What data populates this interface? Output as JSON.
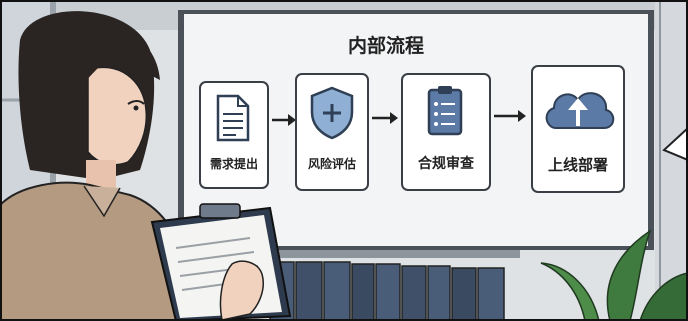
{
  "board": {
    "title": "内部流程",
    "steps": [
      {
        "icon": "document-icon",
        "label": "需求提出"
      },
      {
        "icon": "shield-plus-icon",
        "label": "风险评估"
      },
      {
        "icon": "checklist-icon",
        "label": "合规审查"
      },
      {
        "icon": "cloud-upload-icon",
        "label": "上线部署"
      }
    ]
  },
  "colors": {
    "board_bg": "#f3f4f5",
    "icon_blue": "#5b7aa5",
    "icon_dark": "#2f3f56",
    "jacket": "#b59a82",
    "hair": "#2a2522",
    "skin": "#f1d2bf",
    "binder": "#4a5d78",
    "plant": "#3f7a3f"
  }
}
